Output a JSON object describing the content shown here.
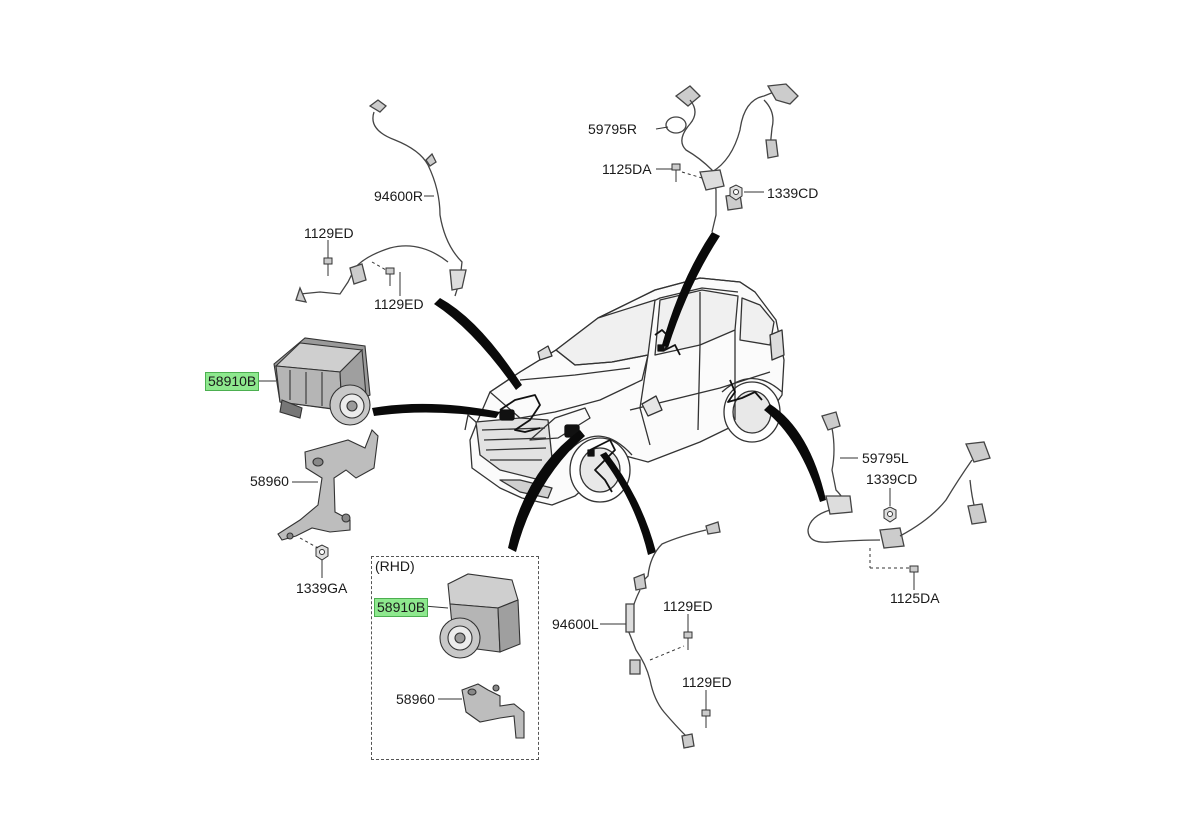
{
  "diagram": {
    "rhd_label": "(RHD)",
    "labels": {
      "p94600R": "94600R",
      "p1129ED_a": "1129ED",
      "p1129ED_b": "1129ED",
      "p59795R": "59795R",
      "p1125DA_a": "1125DA",
      "p1339CD_a": "1339CD",
      "p58910B_main": "58910B",
      "p58960_main": "58960",
      "p1339GA": "1339GA",
      "p58910B_rhd": "58910B",
      "p58960_rhd": "58960",
      "p94600L": "94600L",
      "p1129ED_c": "1129ED",
      "p1129ED_d": "1129ED",
      "p59795L": "59795L",
      "p1339CD_b": "1339CD",
      "p1125DA_b": "1125DA"
    },
    "colors": {
      "highlight": "#8ee88e",
      "line": "#333333",
      "part_fill": "#d8d8d8",
      "part_dark": "#9a9a9a"
    }
  }
}
